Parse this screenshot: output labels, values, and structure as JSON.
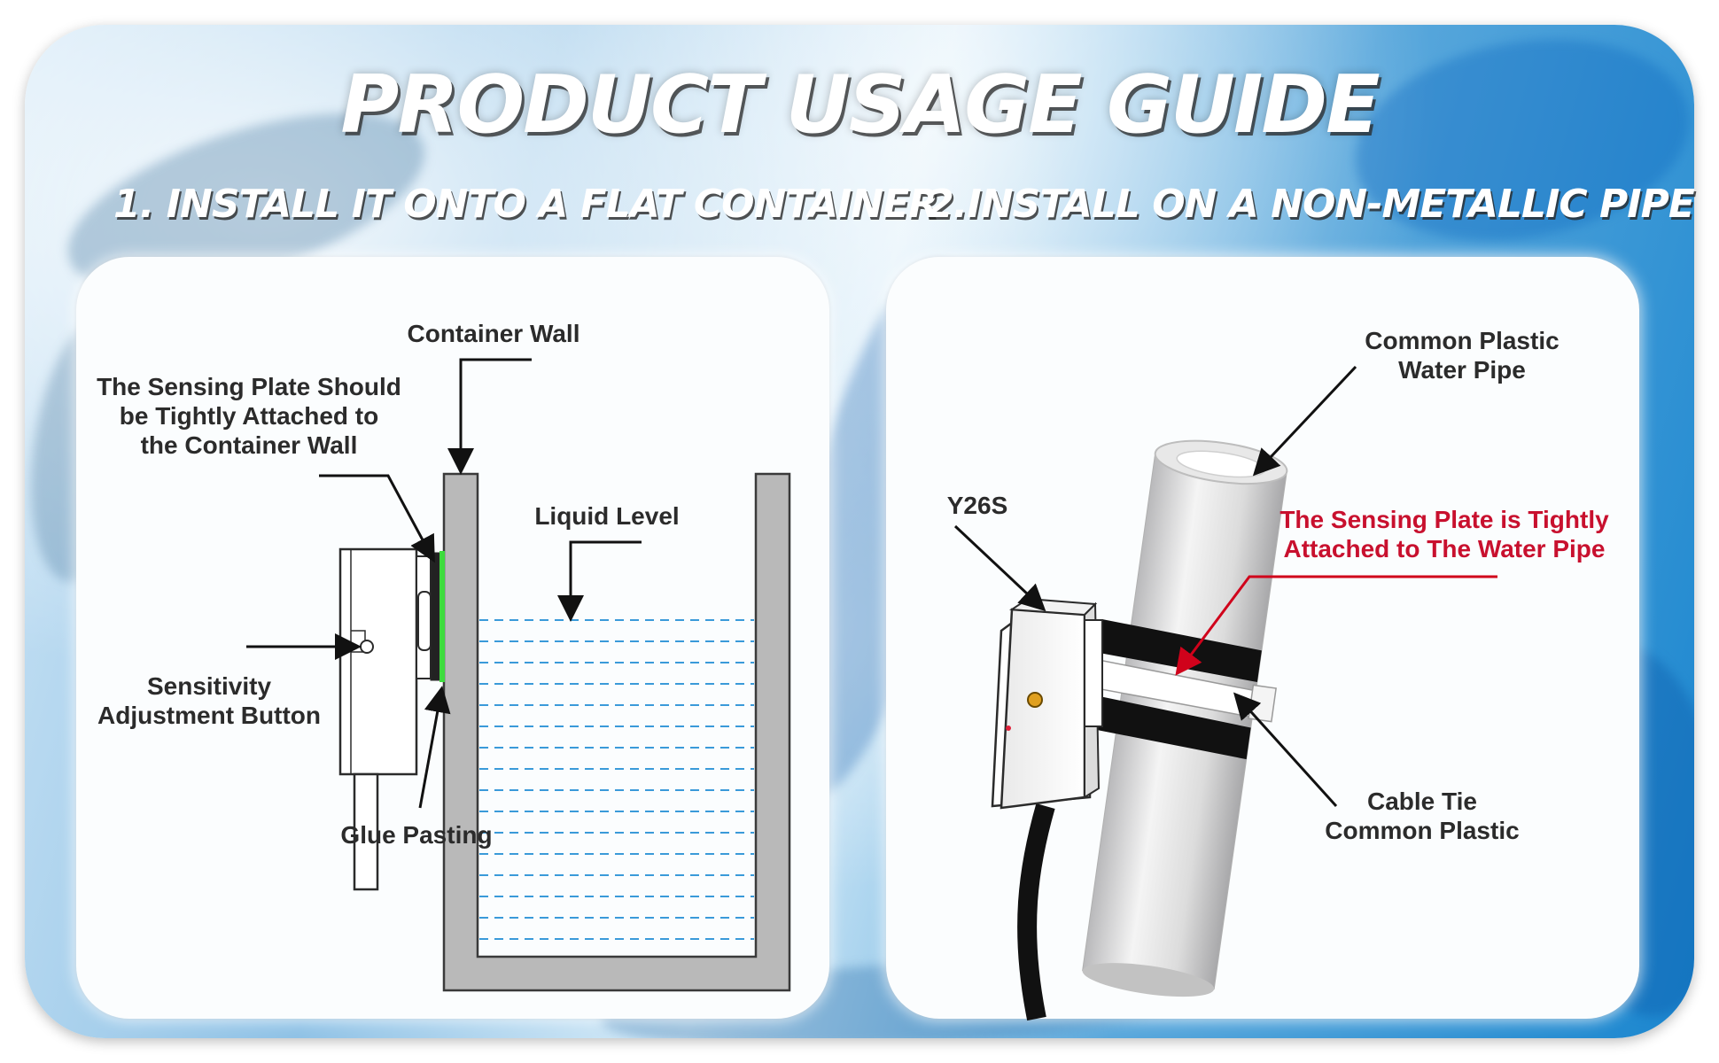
{
  "title": "PRODUCT USAGE GUIDE",
  "sections": [
    {
      "heading": "1. INSTALL IT ONTO A FLAT CONTAINER",
      "labels": {
        "container_wall": "Container Wall",
        "sensing_plate_line1": "The Sensing Plate Should",
        "sensing_plate_line2": "be Tightly Attached to",
        "sensing_plate_line3": "the Container Wall",
        "liquid_level": "Liquid Level",
        "sensitivity_line1": "Sensitivity",
        "sensitivity_line2": "Adjustment Button",
        "glue_pasting": "Glue Pasting"
      }
    },
    {
      "heading": "2.INSTALL ON A NON-METALLIC PIPE",
      "labels": {
        "pipe_line1": "Common Plastic",
        "pipe_line2": "Water Pipe",
        "model": "Y26S",
        "sensing_pipe_line1": "The Sensing Plate is Tightly",
        "sensing_pipe_line2": "Attached to The Water Pipe",
        "cable_tie_line1": "Cable Tie",
        "cable_tie_line2": "Common Plastic"
      }
    }
  ],
  "colors": {
    "highlight_red": "#c8102e",
    "sensing_green": "#3ddc3d",
    "liquid_dash": "#3a9ad9",
    "wall_gray": "#b9b9b9"
  }
}
